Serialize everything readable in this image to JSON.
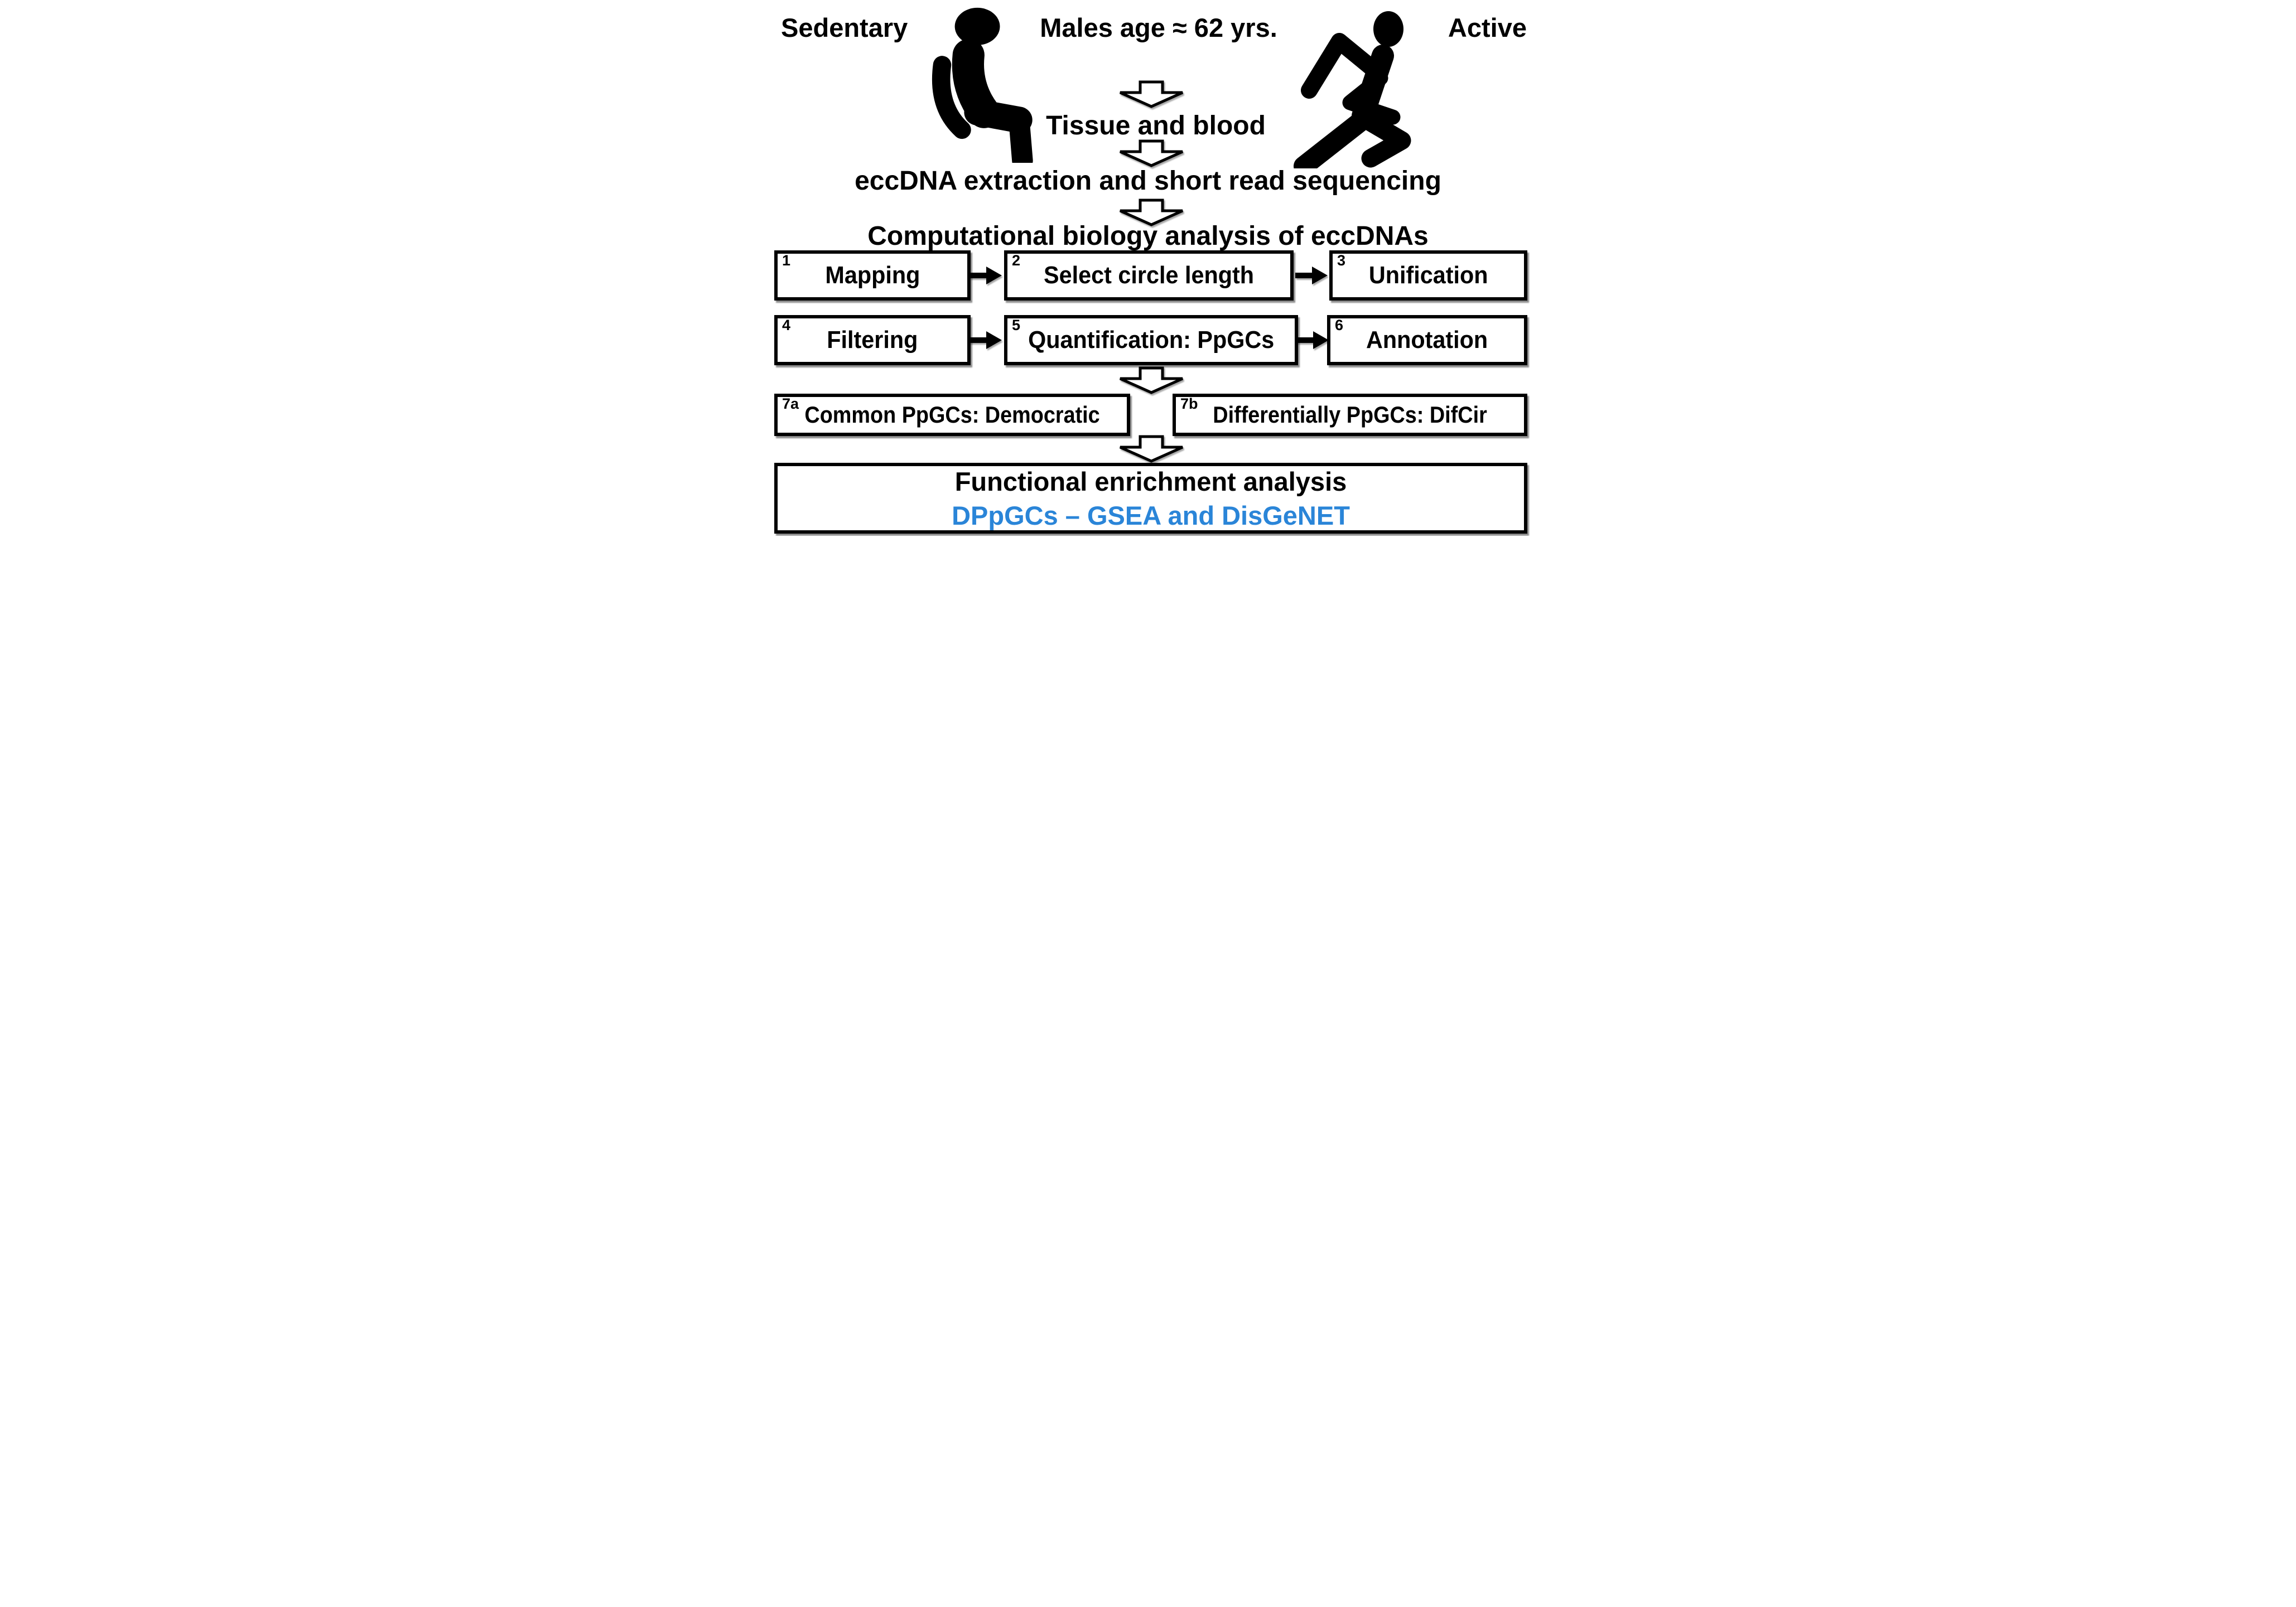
{
  "page": {
    "background": "#ffffff"
  },
  "colors": {
    "text": "#000000",
    "accent_blue": "#2a85d8",
    "box_border": "#000000"
  },
  "header": {
    "left_label": "Sedentary",
    "center_label": "Males age ≈ 62 yrs.",
    "right_label": "Active",
    "left_icon": "sitting-person-icon",
    "right_icon": "running-person-icon"
  },
  "flow_steps": [
    {
      "label": "Tissue and blood"
    },
    {
      "label": "eccDNA extraction and short read sequencing"
    },
    {
      "label": "Computational biology analysis of eccDNAs"
    }
  ],
  "process_boxes": [
    {
      "number": "1",
      "label": "Mapping"
    },
    {
      "number": "2",
      "label": "Select circle length"
    },
    {
      "number": "3",
      "label": "Unification"
    },
    {
      "number": "4",
      "label": "Filtering"
    },
    {
      "number": "5",
      "label": "Quantification: PpGCs"
    },
    {
      "number": "6",
      "label": "Annotation"
    }
  ],
  "result_boxes": [
    {
      "number": "7a",
      "label": "Common PpGCs: Democratic"
    },
    {
      "number": "7b",
      "label": "Differentially PpGCs: DifCir"
    }
  ],
  "final_box": {
    "line1": "Functional enrichment analysis",
    "line2": "DPpGCs – GSEA and DisGeNET"
  }
}
